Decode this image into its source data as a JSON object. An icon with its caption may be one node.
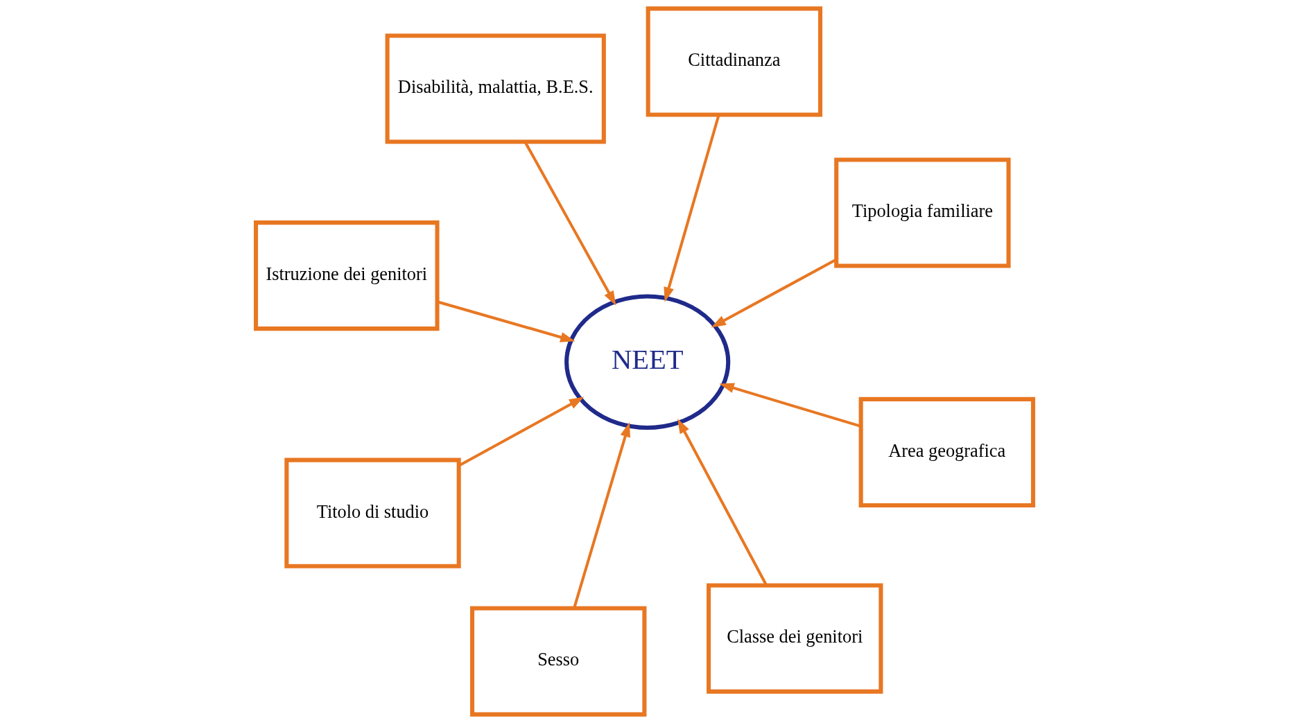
{
  "diagram": {
    "nodes": [
      {
        "text": [
          "Istruzione dei genitori"
        ]
      },
      {
        "text": [
          "Tipologia familiare"
        ]
      },
      {
        "text": [
          "Classe dei genitori"
        ]
      },
      {
        "text": [
          "Cittadinanza"
        ]
      },
      {
        "text": [
          "NEET"
        ]
      },
      {
        "text": [
          "Disabilità, malattia, B.E.S."
        ]
      },
      {
        "text": [
          "Titolo di studio"
        ]
      },
      {
        "text": [
          "Area geografica"
        ]
      },
      {
        "text": [
          "Sesso"
        ]
      }
    ],
    "edges": [
      {
        "from": 0,
        "to": 4,
        "arrow": "to"
      },
      {
        "from": 1,
        "to": 4,
        "arrow": "to"
      },
      {
        "from": 2,
        "to": 4,
        "arrow": "to"
      },
      {
        "from": 3,
        "to": 4,
        "arrow": "to"
      },
      {
        "from": 5,
        "to": 4,
        "arrow": "to"
      },
      {
        "from": 6,
        "to": 4,
        "arrow": "to"
      },
      {
        "from": 7,
        "to": 4,
        "arrow": "to"
      },
      {
        "from": 8,
        "to": 4,
        "arrow": "to"
      }
    ]
  }
}
